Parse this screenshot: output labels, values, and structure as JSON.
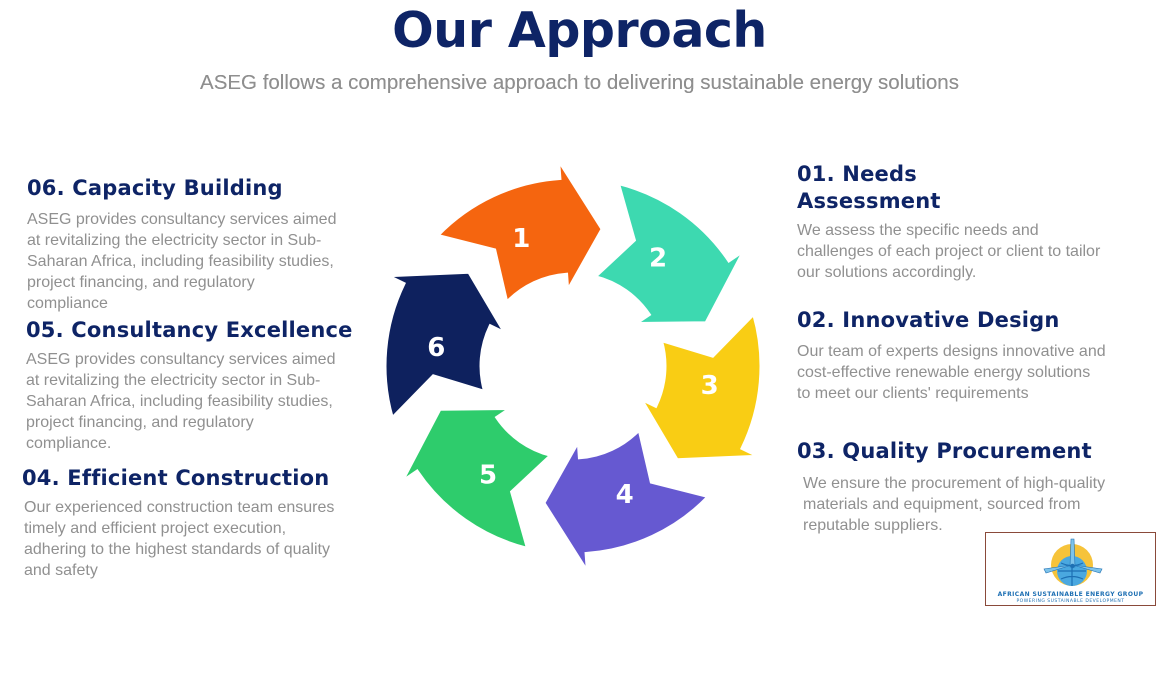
{
  "title": "Our Approach",
  "subtitle": "ASEG follows a comprehensive approach to delivering sustainable energy solutions",
  "steps": [
    {
      "number": "1",
      "heading_line1": "01. Needs",
      "heading_line2": "Assessment",
      "text": [
        "We assess the specific needs and",
        "challenges of each project or client to tailor",
        "our solutions accordingly."
      ],
      "color": "#f5650f"
    },
    {
      "number": "2",
      "heading": "02. Innovative Design",
      "text": [
        "Our team of experts designs innovative and",
        "cost-effective renewable energy solutions",
        "to meet our clients' requirements"
      ],
      "color": "#3dd9b0"
    },
    {
      "number": "3",
      "heading": "03. Quality Procurement",
      "text": [
        "We ensure the procurement of high-quality",
        "materials and equipment, sourced from",
        "reputable suppliers."
      ],
      "color": "#f9cd14"
    },
    {
      "number": "4",
      "heading": "04. Efficient Construction",
      "text": [
        "Our experienced construction team ensures",
        "timely and efficient project execution,",
        "adhering to the highest standards of quality",
        "and safety"
      ],
      "color": "#6659d1"
    },
    {
      "number": "5",
      "heading": "05. Consultancy Excellence",
      "text": [
        "ASEG provides consultancy services aimed",
        "at revitalizing the electricity sector in Sub-",
        "Saharan Africa, including feasibility studies,",
        "project financing, and regulatory",
        "compliance."
      ],
      "color": "#2ecc6c"
    },
    {
      "number": "6",
      "heading": "06. Capacity Building",
      "text": [
        "ASEG provides consultancy services aimed",
        "at revitalizing the electricity sector in Sub-",
        "Saharan Africa, including feasibility studies,",
        "project financing, and regulatory",
        "compliance"
      ],
      "color": "#0e215e"
    }
  ],
  "logo": {
    "name": "AFRICAN SUSTAINABLE ENERGY GROUP",
    "tagline": "POWERING SUSTAINABLE DEVELOPMENT"
  }
}
